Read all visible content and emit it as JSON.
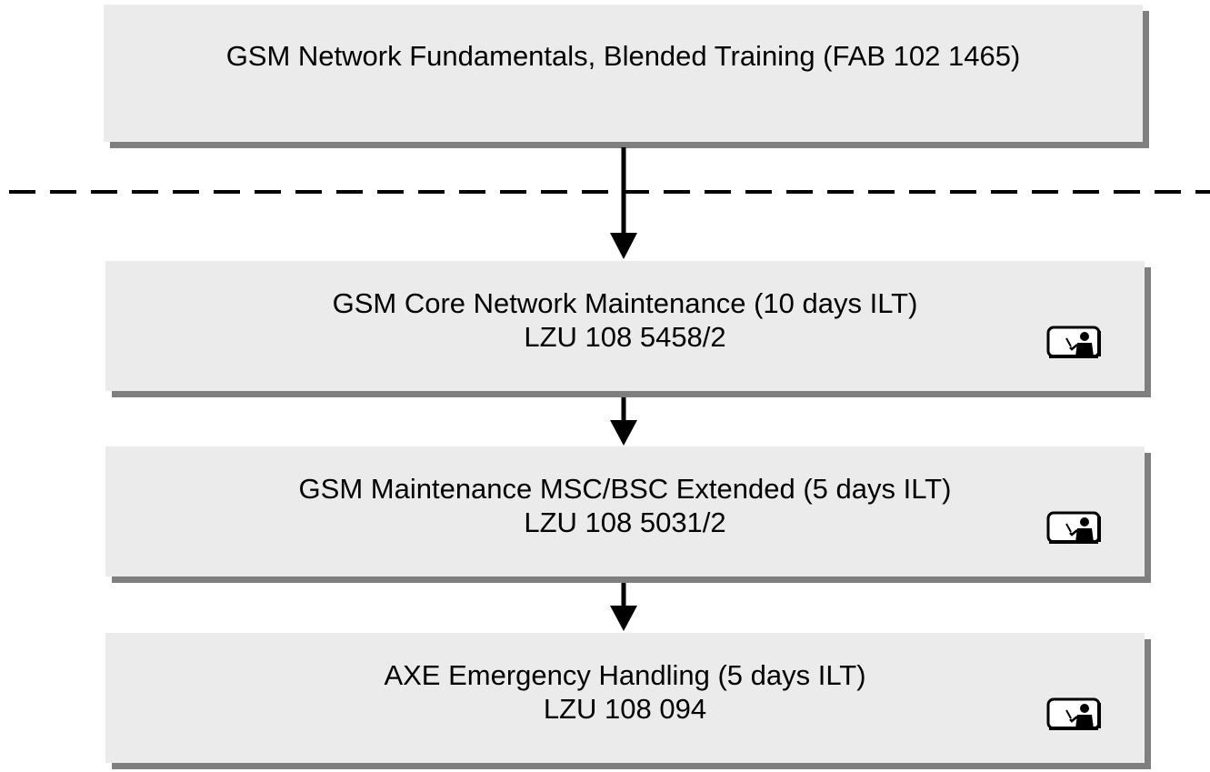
{
  "colors": {
    "box_fill": "#ebebeb",
    "box_shadow": "#7f7f7f",
    "line": "#000000",
    "icon_fill": "#ffffff"
  },
  "prerequisite": {
    "title": "GSM Network Fundamentals, Blended Training (FAB 102 1465)"
  },
  "courses": [
    {
      "title": "GSM Core Network Maintenance (10 days ILT)",
      "code": "LZU 108 5458/2",
      "icon": "instructor-led-training-icon"
    },
    {
      "title": "GSM Maintenance MSC/BSC Extended (5 days ILT)",
      "code": "LZU 108 5031/2",
      "icon": "instructor-led-training-icon"
    },
    {
      "title": "AXE Emergency Handling (5 days ILT)",
      "code": "LZU 108 094",
      "icon": "instructor-led-training-icon"
    }
  ]
}
